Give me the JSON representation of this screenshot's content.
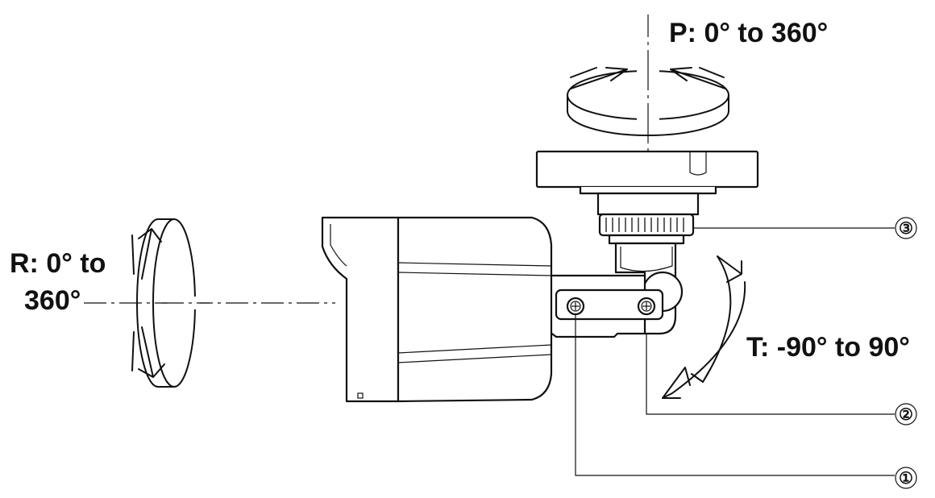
{
  "labels": {
    "pan": "P: 0° to 360°",
    "roll_line1": "R: 0° to",
    "roll_line2": "360°",
    "tilt": "T: -90° to 90°"
  },
  "callouts": [
    {
      "number": "①"
    },
    {
      "number": "②"
    },
    {
      "number": "③"
    }
  ]
}
